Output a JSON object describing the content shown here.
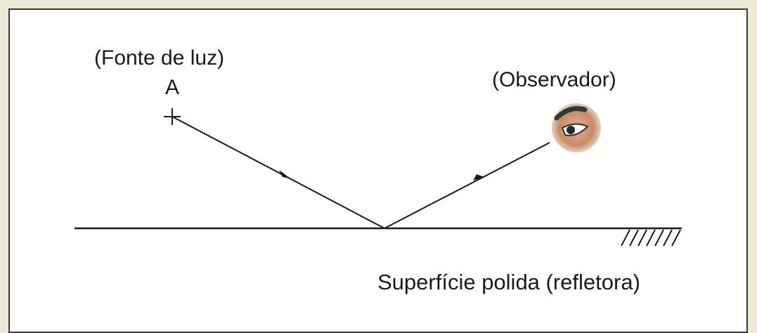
{
  "labels": {
    "light_source": "(Fonte de luz)",
    "point": "A",
    "observer": "(Observador)",
    "surface": "Superfície polida (refletora)"
  },
  "colors": {
    "background": "#efe9d8",
    "panel": "#ffffff",
    "line": "#1a1a1a",
    "eye_skin": "#c98a68"
  },
  "icons": {
    "source_marker": "plus-marker-icon",
    "observer": "eye-icon",
    "surface_hatch": "hatch-icon"
  }
}
